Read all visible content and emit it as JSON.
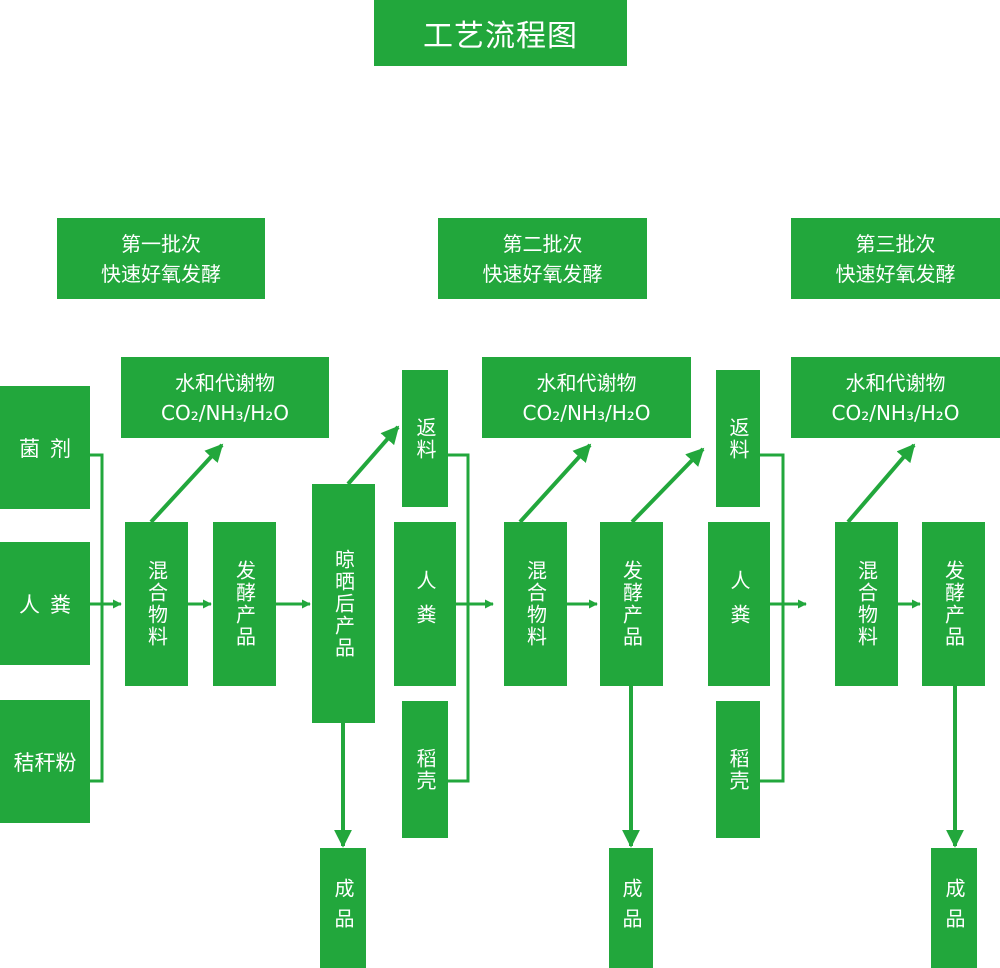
{
  "title": "工艺流程图",
  "batches": [
    {
      "line1": "第一批次",
      "line2": "快速好氧发酵"
    },
    {
      "line1": "第二批次",
      "line2": "快速好氧发酵"
    },
    {
      "line1": "第三批次",
      "line2": "快速好氧发酵"
    }
  ],
  "byproduct": {
    "line1": "水和代谢物",
    "line2": "CO₂/NH₃/H₂O"
  },
  "inputs": {
    "jun_ji": "菌剂",
    "ren_fen": "人粪",
    "jie_gan_fen": "秸秆粉"
  },
  "steps": {
    "hun_he_wu_liao": "混合物料",
    "fa_jiao_chan_pin": "发酵产品",
    "liang_shai_hou_chan_pin": "晾晒后产品",
    "fan_liao": "返料",
    "ren_fen": "人粪",
    "dao_ke": "稻壳",
    "cheng_pin": "成品"
  },
  "colors": {
    "box": "#22a73c",
    "arrow": "#22a73c",
    "text": "#ffffff",
    "background": "#ffffff"
  }
}
